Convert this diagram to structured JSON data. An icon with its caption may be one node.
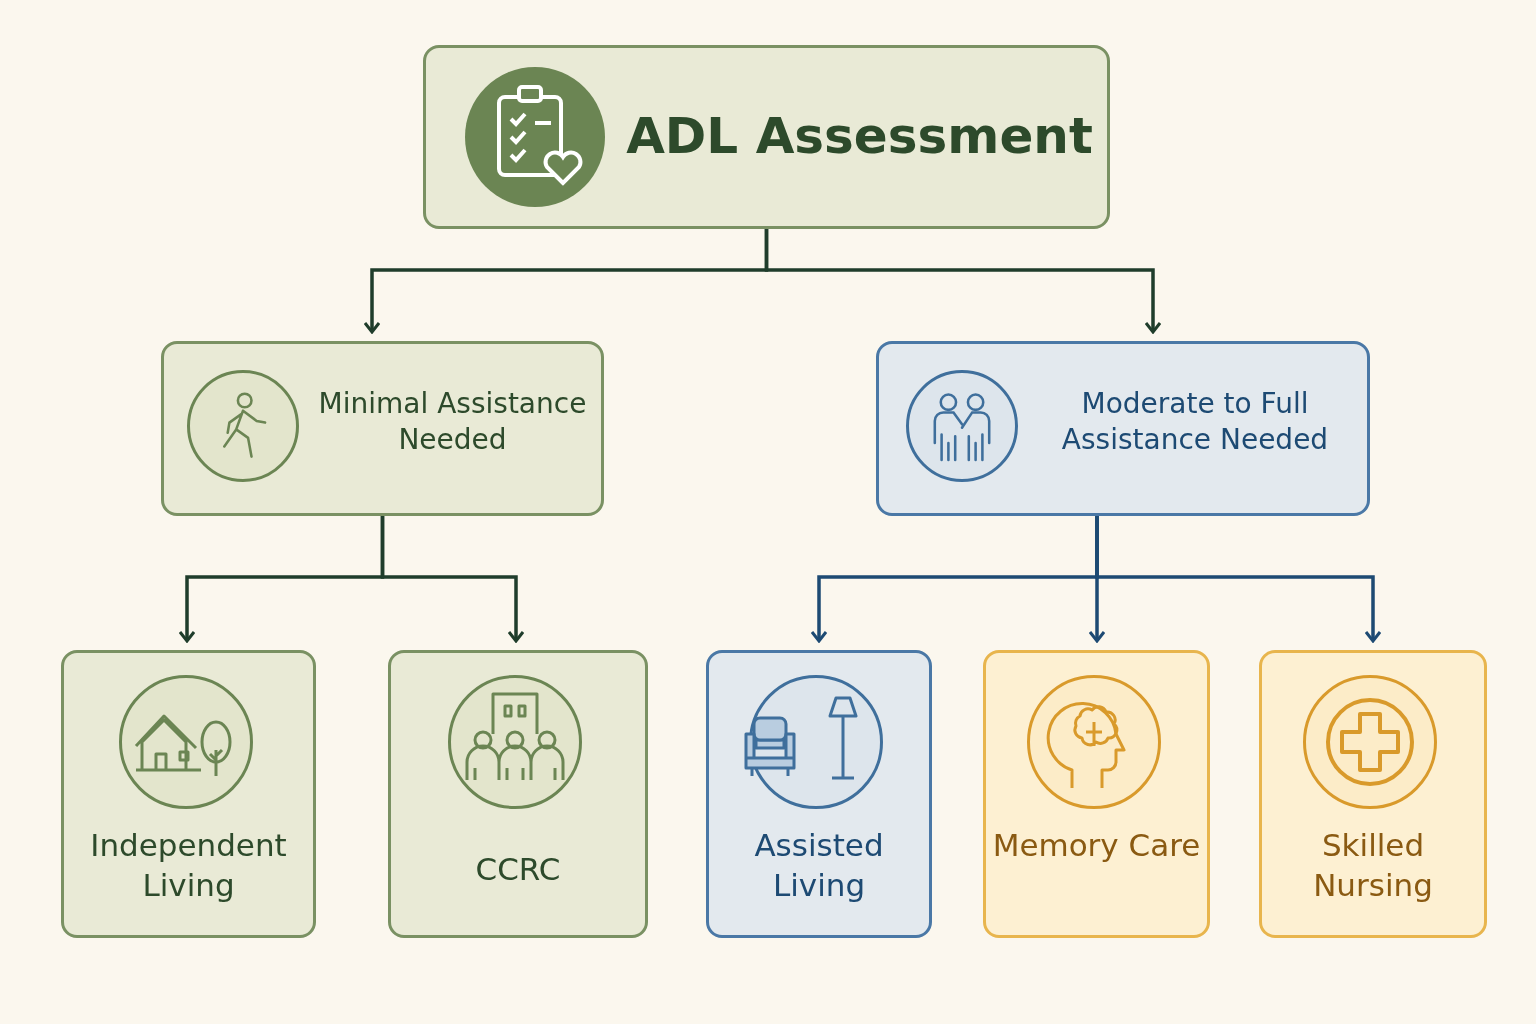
{
  "diagram": {
    "nodes": [
      {
        "text": [
          "ADL Assessment"
        ]
      },
      {
        "text": [
          "Minimal Assistance Needed"
        ]
      },
      {
        "text": [
          "Moderate to Full Assistance Needed"
        ]
      },
      {
        "text": [
          "Independent Living"
        ]
      },
      {
        "text": [
          "CCRC"
        ]
      },
      {
        "text": [
          "Assisted Living"
        ]
      },
      {
        "text": [
          "Memory Care"
        ]
      },
      {
        "text": [
          "Skilled Nursing"
        ]
      }
    ],
    "edges": [
      {
        "from": 0,
        "to": 1,
        "arrow": "to"
      },
      {
        "from": 0,
        "to": 2,
        "arrow": "to"
      },
      {
        "from": 1,
        "to": 3,
        "arrow": "to"
      },
      {
        "from": 1,
        "to": 4,
        "arrow": "to"
      },
      {
        "from": 2,
        "to": 5,
        "arrow": "to",
        "color": "#1d4a73"
      },
      {
        "from": 2,
        "to": 6,
        "arrow": "to",
        "color": "#1d4a73"
      },
      {
        "from": 2,
        "to": 7,
        "arrow": "to",
        "color": "#1d4a73"
      }
    ]
  }
}
